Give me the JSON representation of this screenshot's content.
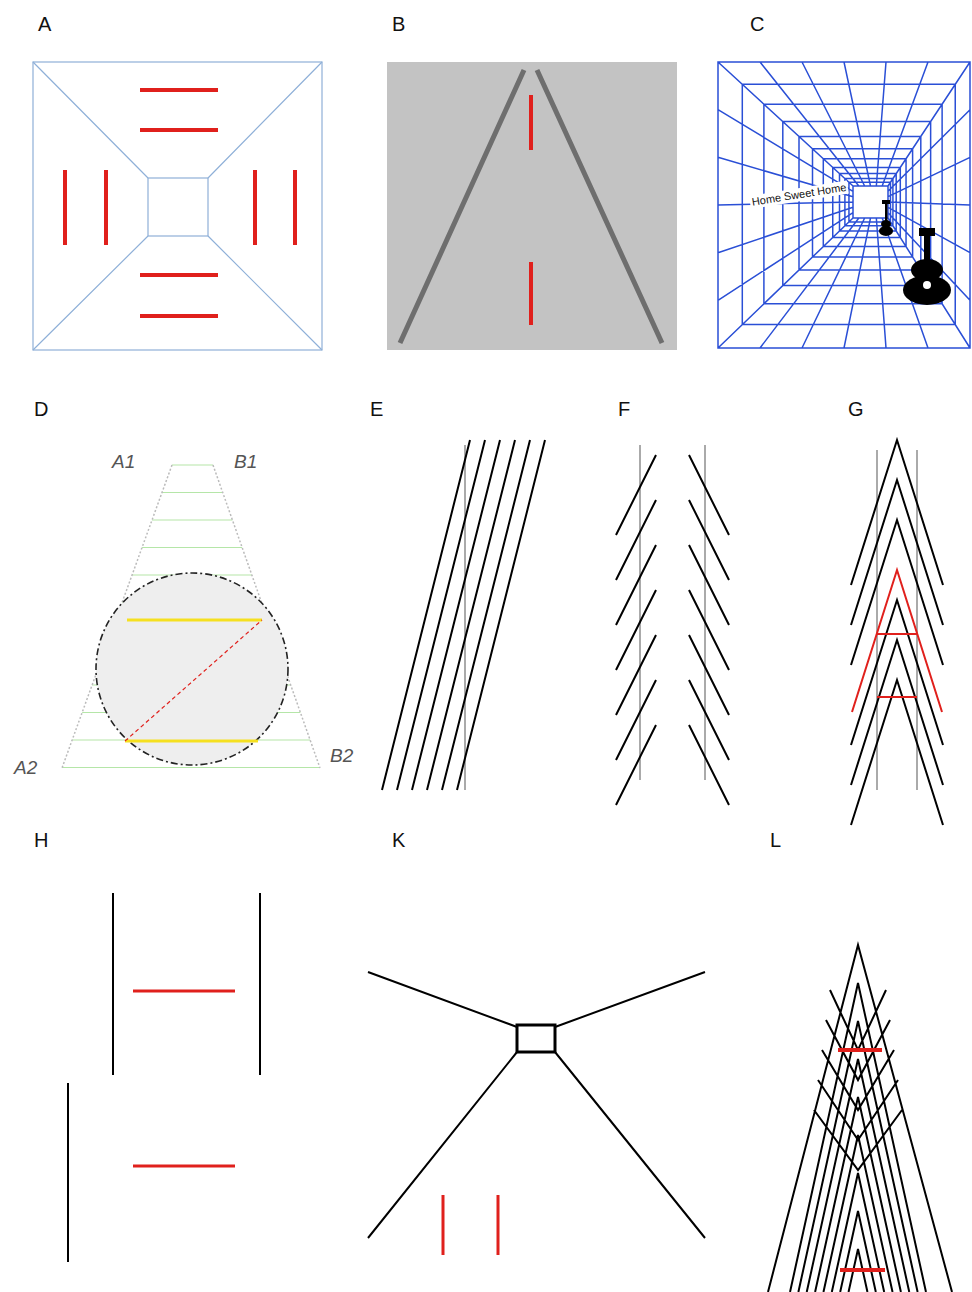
{
  "diagram": {
    "labels": [
      "A",
      "B",
      "C",
      "D",
      "E",
      "F",
      "G",
      "H",
      "K",
      "L",
      "A1",
      "B1",
      "A2",
      "B2",
      "Home Sweet Home"
    ]
  }
}
